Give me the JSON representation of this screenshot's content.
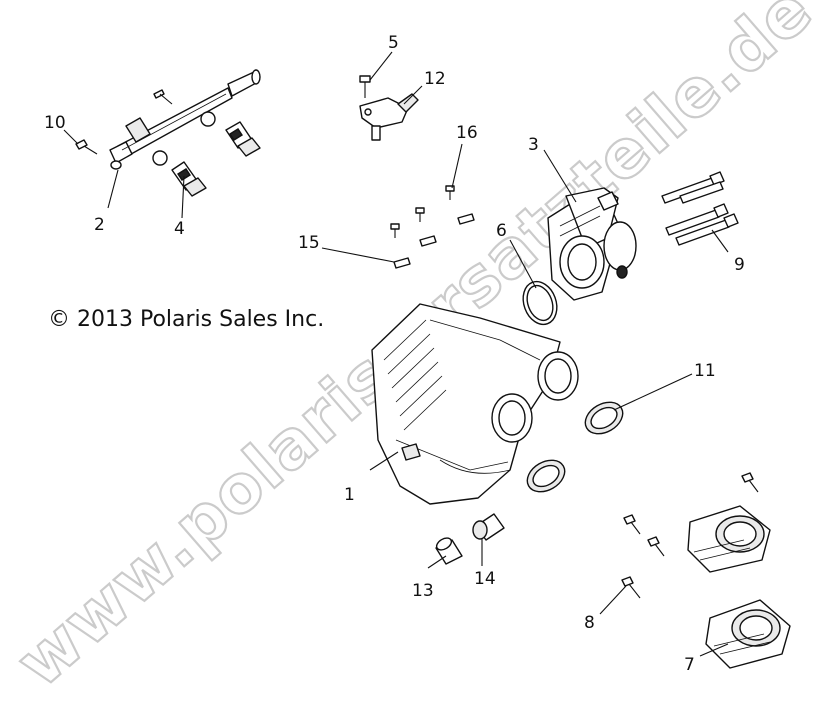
{
  "copyright": "© 2013 Polaris Sales Inc.",
  "watermark": "www.polaris-ersatzteile.de",
  "callouts": [
    {
      "id": "1",
      "label": "1"
    },
    {
      "id": "2",
      "label": "2"
    },
    {
      "id": "3",
      "label": "3"
    },
    {
      "id": "4",
      "label": "4"
    },
    {
      "id": "5",
      "label": "5"
    },
    {
      "id": "6",
      "label": "6"
    },
    {
      "id": "7",
      "label": "7"
    },
    {
      "id": "8",
      "label": "8"
    },
    {
      "id": "9",
      "label": "9"
    },
    {
      "id": "10",
      "label": "10"
    },
    {
      "id": "11",
      "label": "11"
    },
    {
      "id": "12",
      "label": "12"
    },
    {
      "id": "13",
      "label": "13"
    },
    {
      "id": "14",
      "label": "14"
    },
    {
      "id": "15",
      "label": "15"
    },
    {
      "id": "16",
      "label": "16"
    }
  ]
}
